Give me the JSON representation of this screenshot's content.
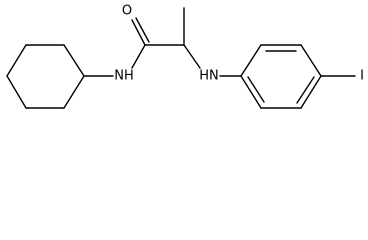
{
  "structure": {
    "atoms": {
      "carbonyl_oxygen": "O",
      "amide_nitrogen": "NH",
      "amine_nitrogen": "HN",
      "iodine": "I"
    },
    "colors": {
      "background": "#ffffff",
      "bond": "#000000",
      "label": "#000000"
    }
  }
}
